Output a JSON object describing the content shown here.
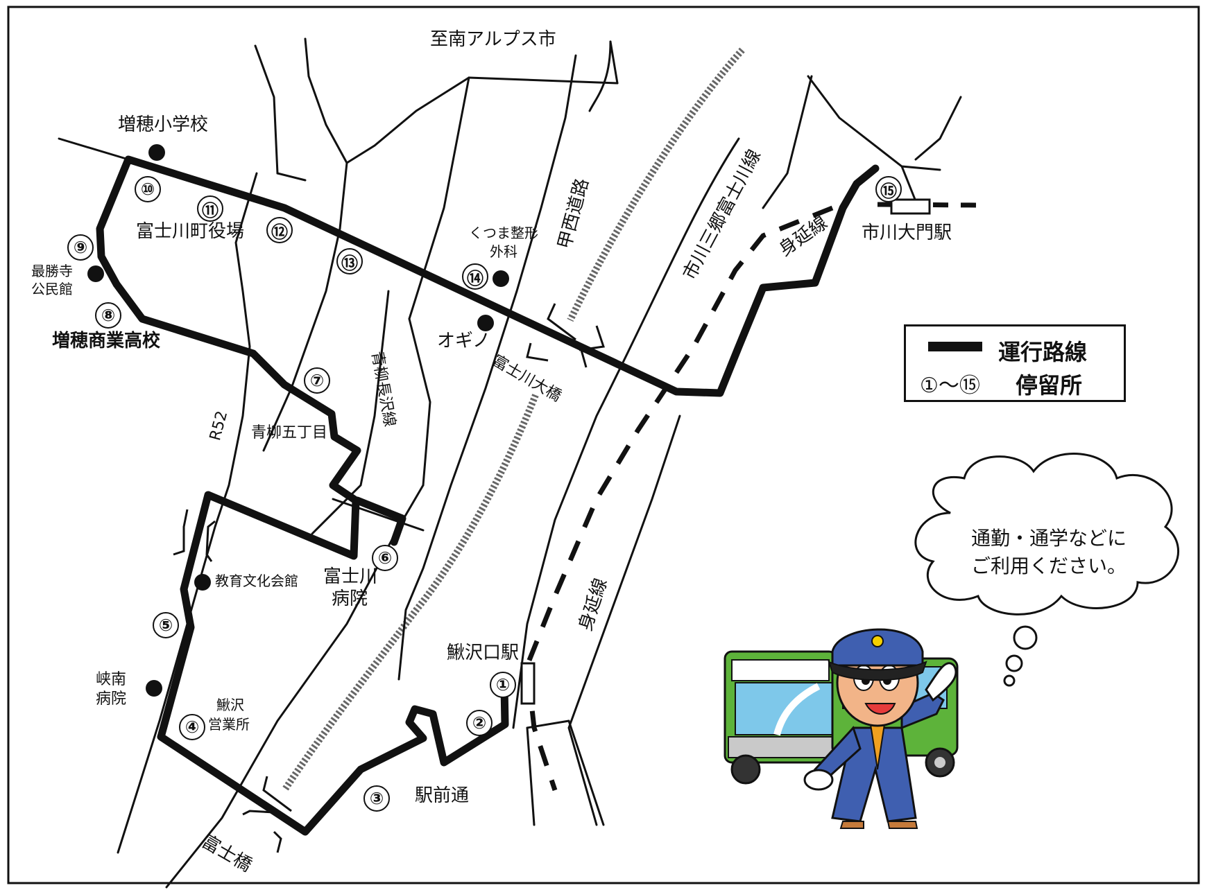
{
  "top_destination": "至南アルプス市",
  "legend": {
    "route_label": "運行路線",
    "stops_range": "①～⑮",
    "stops_label": "停留所",
    "route_color": "#111111"
  },
  "stops": [
    {
      "number": "①"
    },
    {
      "number": "②"
    },
    {
      "number": "③"
    },
    {
      "number": "④"
    },
    {
      "number": "⑤"
    },
    {
      "number": "⑥"
    },
    {
      "number": "⑦"
    },
    {
      "number": "⑧"
    },
    {
      "number": "⑨"
    },
    {
      "number": "⑩"
    },
    {
      "number": "⑪"
    },
    {
      "number": "⑫"
    },
    {
      "number": "⑬"
    },
    {
      "number": "⑭"
    },
    {
      "number": "⑮"
    }
  ],
  "places": {
    "masuho_elementary": "増穂小学校",
    "town_office": "富士川町役場",
    "saishoji_1": "最勝寺",
    "saishoji_2": "公民館",
    "masuho_commercial": "増穂商業高校",
    "kutsuma_1": "くつま整形",
    "kutsuma_2": "外科",
    "ogino": "オギノ",
    "aoyagi_5": "青柳五丁目",
    "fujikawa_hosp_1": "富士川",
    "fujikawa_hosp_2": "病院",
    "culture_hall": "教育文化会館",
    "kyonan_1": "峡南",
    "kyonan_2": "病院",
    "kajikazawa_office_1": "鰍沢",
    "kajikazawa_office_2": "営業所",
    "ekimae": "駅前通",
    "kajikazawaguchi": "鰍沢口駅",
    "ichikawadaimon": "市川大門駅",
    "fuji_bridge": "富士橋",
    "fujikawa_ohashi": "富士川大橋",
    "kosai_road": "甲西道路",
    "ichikawa_line": "市川三郷富士川線",
    "minobu_upper": "身延線",
    "minobu_lower": "身延線",
    "aoyagi_line": "青柳長沢線",
    "r52": "R52"
  },
  "bubble": {
    "line1": "通勤・通学などに",
    "line2": "ご利用ください。"
  },
  "colors": {
    "bus_green": "#5db33a",
    "bus_window": "#7ec8ea",
    "driver_uniform": "#3f5fb0",
    "skin": "#f2b488",
    "tie": "#f0a020"
  }
}
